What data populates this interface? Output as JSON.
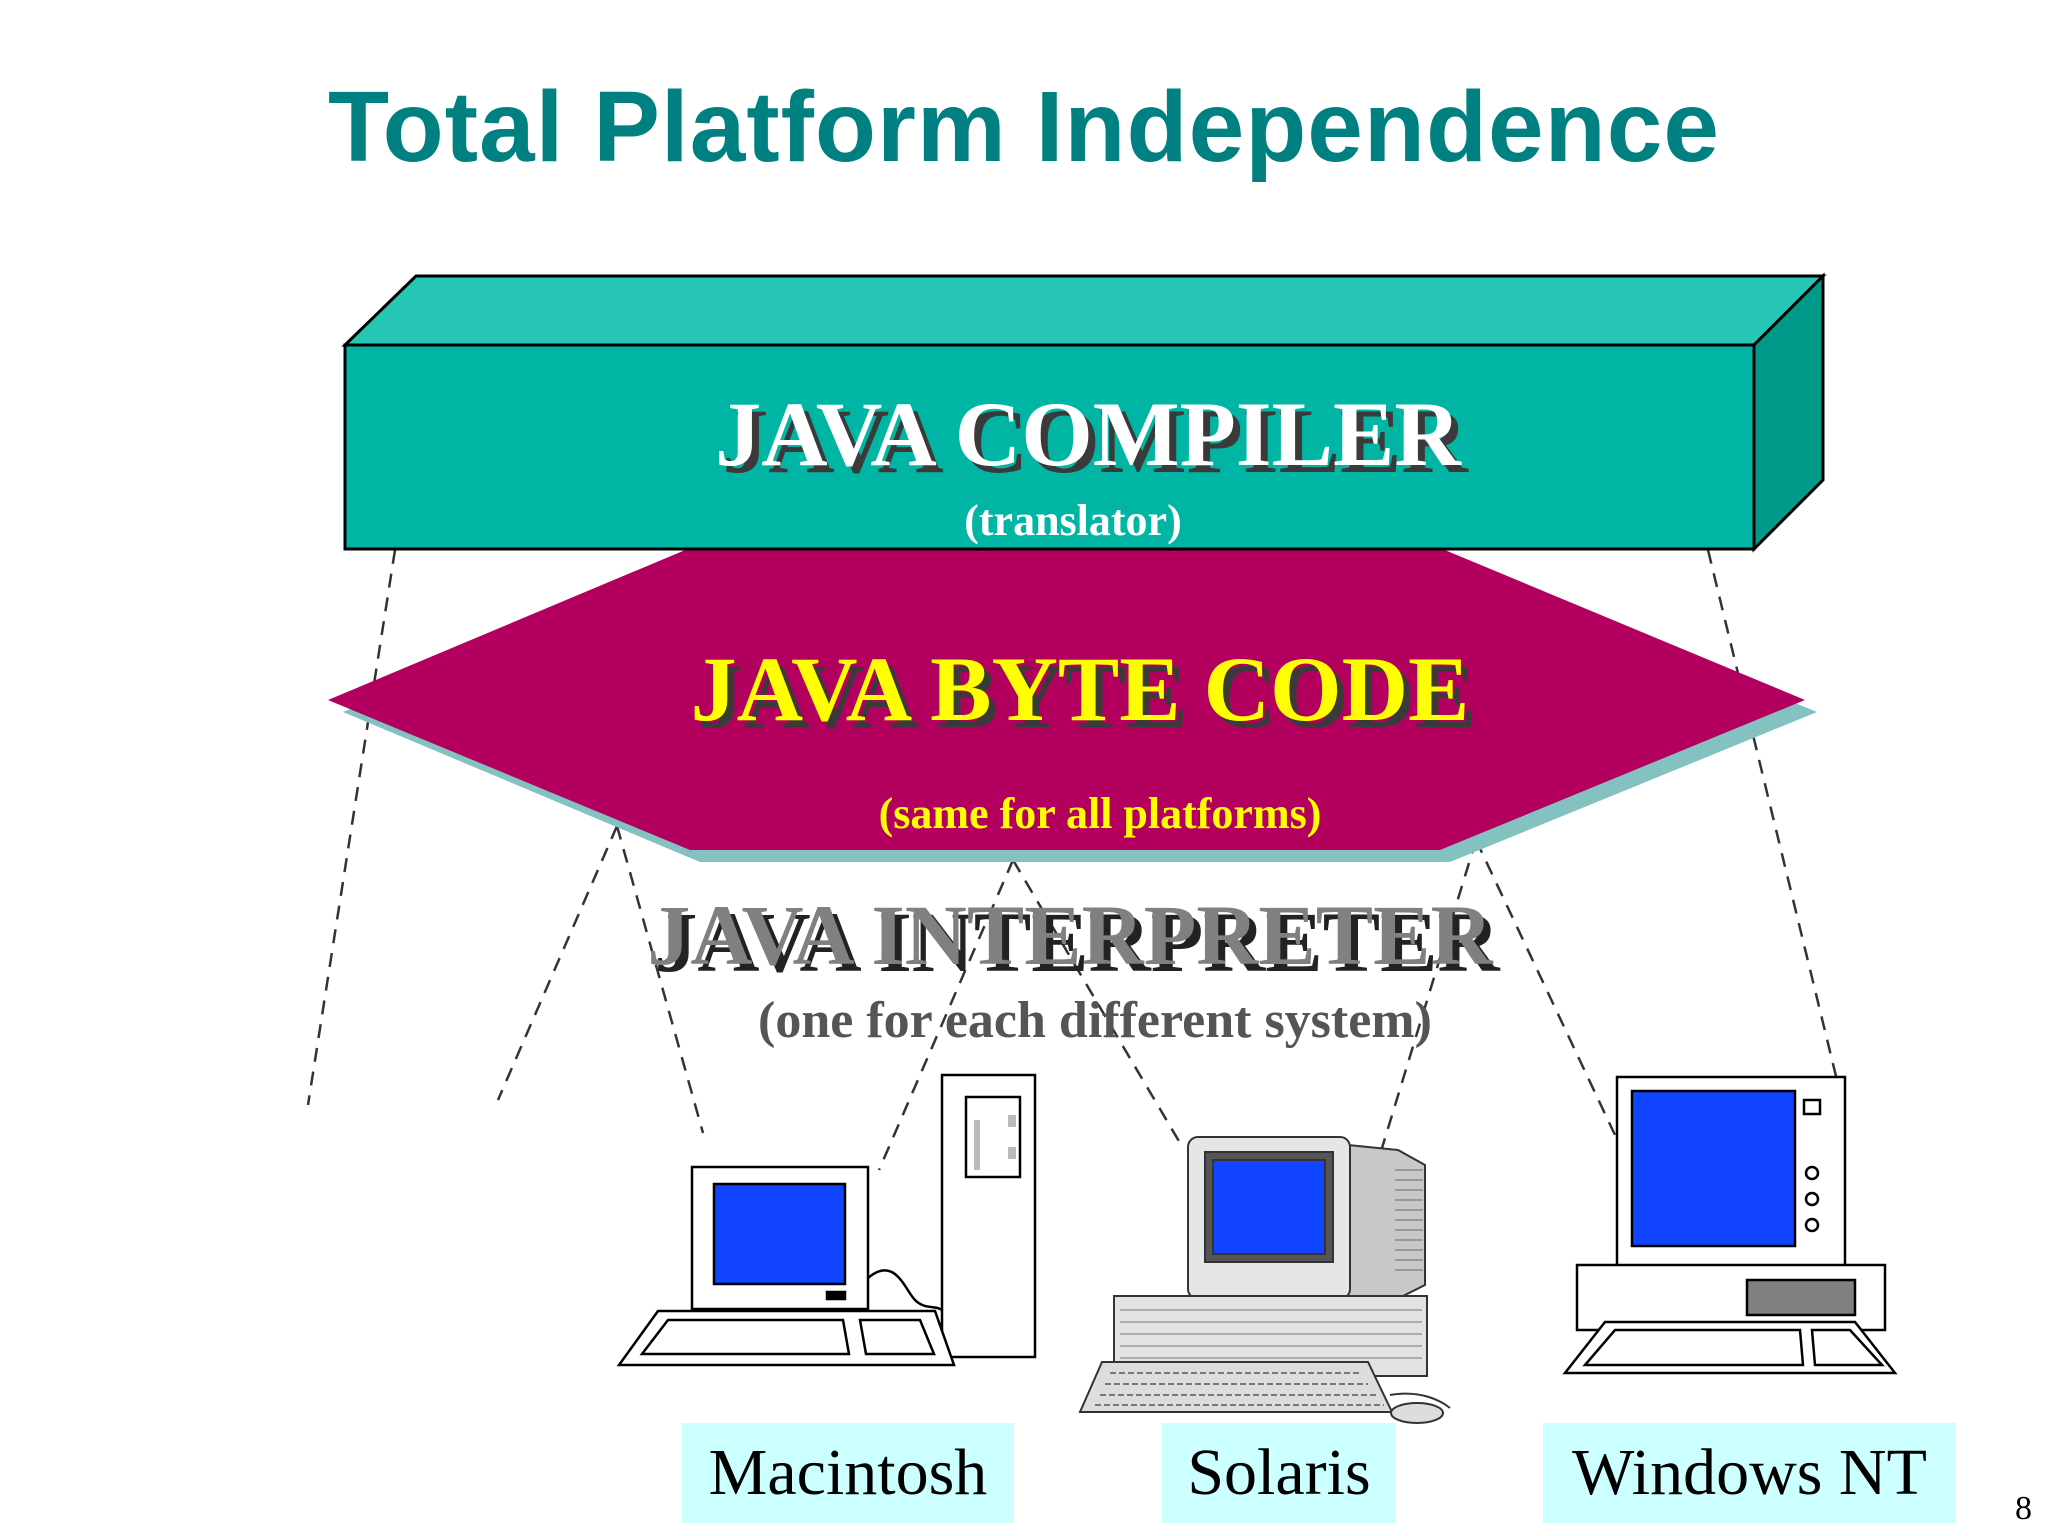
{
  "slide": {
    "title": "Total Platform Independence",
    "page_number": "8"
  },
  "compiler": {
    "heading": "JAVA COMPILER",
    "subheading": "(translator)",
    "colors": {
      "front": "#00b5a3",
      "top": "#26c6b5",
      "side": "#009a88"
    }
  },
  "bytecode": {
    "heading": "JAVA BYTE CODE",
    "subheading": "(same for all platforms)",
    "colors": {
      "fill": "#b3005f",
      "shadow": "#84c2c2",
      "text": "#ffff00"
    }
  },
  "interpreter": {
    "heading": "JAVA INTERPRETER",
    "subheading": "(one for each different system)",
    "colors": {
      "text": "#808080",
      "sub_text": "#555555"
    }
  },
  "platforms": [
    {
      "label": "Macintosh",
      "icon": "macintosh-computer-icon"
    },
    {
      "label": "Solaris",
      "icon": "solaris-workstation-icon"
    },
    {
      "label": "Windows NT",
      "icon": "windows-pc-icon"
    }
  ],
  "colors": {
    "title": "#008080",
    "label_background": "#ccffff",
    "screen": "#1144ff"
  }
}
